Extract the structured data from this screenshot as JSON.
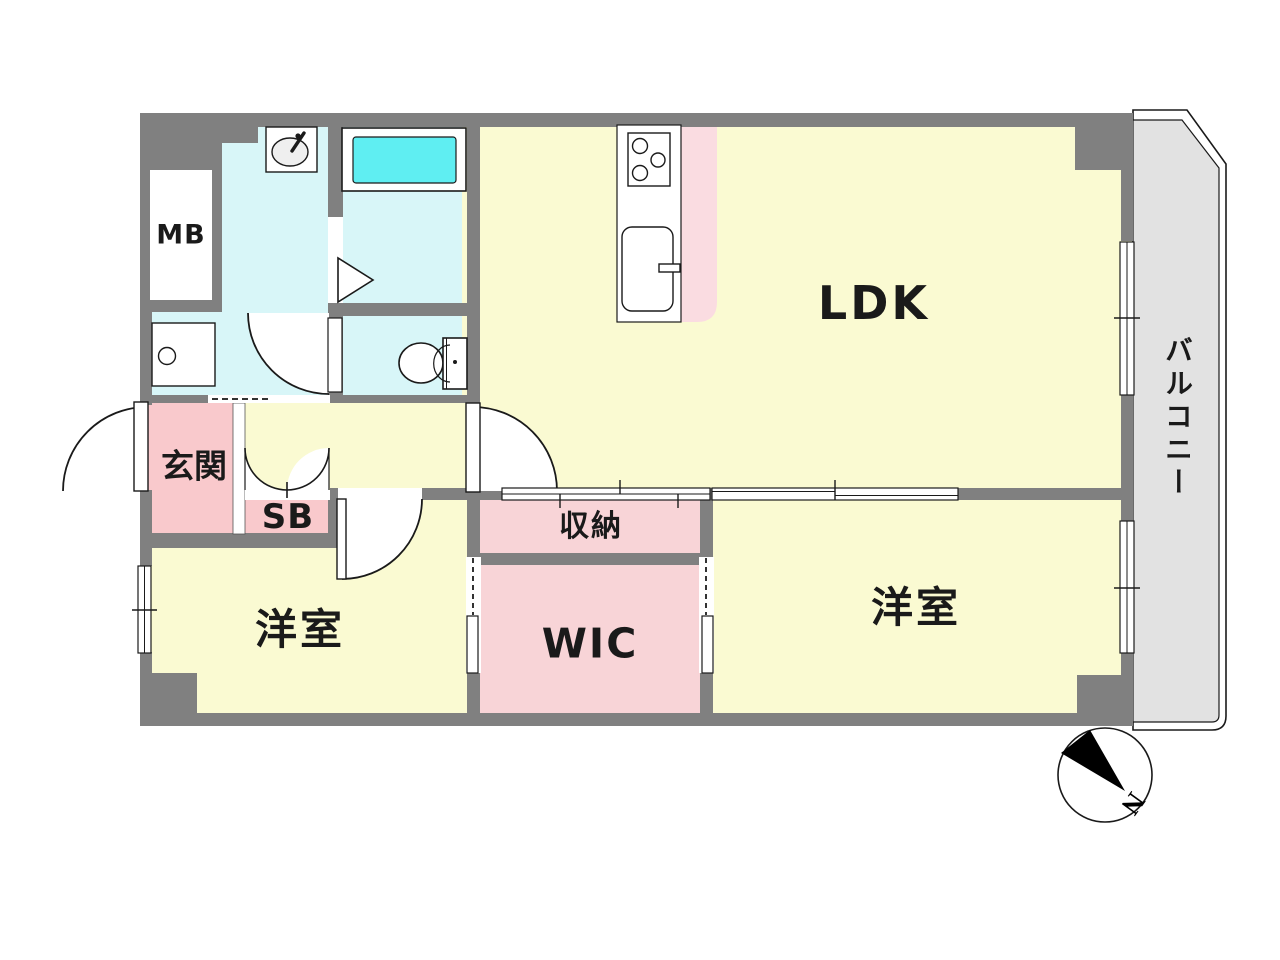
{
  "title": "apartment-floor-plan",
  "colors": {
    "wall": "#808080",
    "yellow": "#FAFAD2",
    "cyan": "#D8F6F8",
    "tub": "#5FEEF2",
    "pink_entry": "#F9C9CC",
    "pink_storage": "#F8D4D7",
    "pink_counter": "#FADCE1",
    "balcony": "#E2E2E2",
    "line": "#1A1A1A",
    "bg": "#FFFFFF"
  },
  "rooms": {
    "ldk": {
      "label": "LDK"
    },
    "balcony": {
      "label": "バルコニー"
    },
    "genkan": {
      "label": "玄関"
    },
    "shoebox": {
      "label": "SB"
    },
    "meterbox": {
      "label": "MB"
    },
    "storage": {
      "label": "収納"
    },
    "wic": {
      "label": "WIC"
    },
    "bedroom1": {
      "label": "洋室"
    },
    "bedroom2": {
      "label": "洋室"
    }
  },
  "compass": {
    "label": "N"
  },
  "fixtures": [
    "bathtub-icon",
    "vanity-sink-icon",
    "washing-machine-icon",
    "toilet-icon",
    "kitchen-stove-icon",
    "kitchen-sink-icon",
    "door-swing-arc",
    "double-door-arc",
    "folding-door-triangle",
    "sliding-door-band",
    "window-band",
    "north-compass-icon"
  ]
}
